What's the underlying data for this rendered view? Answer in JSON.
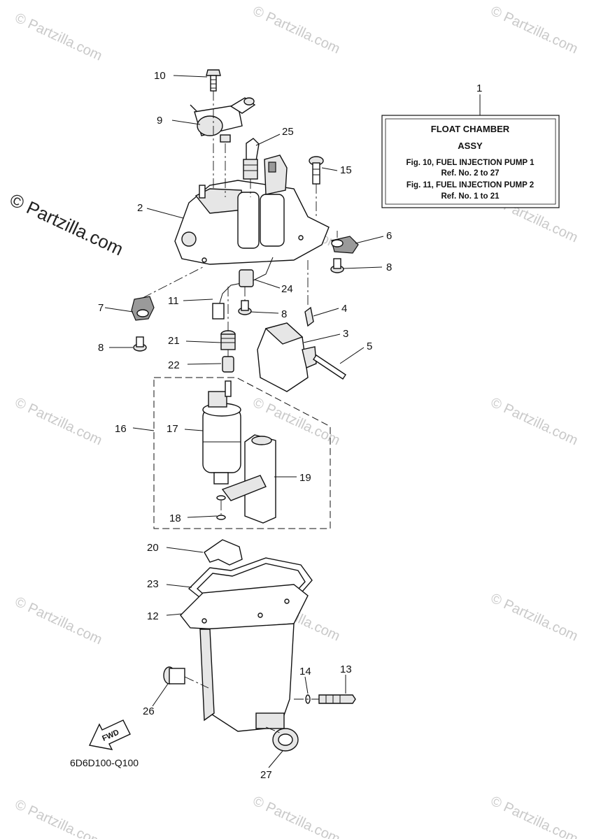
{
  "watermark": {
    "small": "© Partzilla.com",
    "large": "© Partzilla.com"
  },
  "info_box": {
    "ref": "1",
    "title_line1": "FLOAT CHAMBER",
    "title_line2": "ASSY",
    "line3": "Fig. 10, FUEL INJECTION PUMP 1",
    "line4": "Ref. No. 2 to 27",
    "line5": "Fig. 11, FUEL INJECTION PUMP 2",
    "line6": "Ref. No. 1 to 21"
  },
  "callouts": [
    "10",
    "9",
    "25",
    "15",
    "2",
    "6",
    "8",
    "24",
    "7",
    "11",
    "8",
    "4",
    "3",
    "21",
    "5",
    "8",
    "22",
    "16",
    "17",
    "19",
    "18",
    "20",
    "23",
    "12",
    "14",
    "13",
    "26",
    "27"
  ],
  "fwd_label": "FWD",
  "diagram_code": "6D6D100-Q100"
}
